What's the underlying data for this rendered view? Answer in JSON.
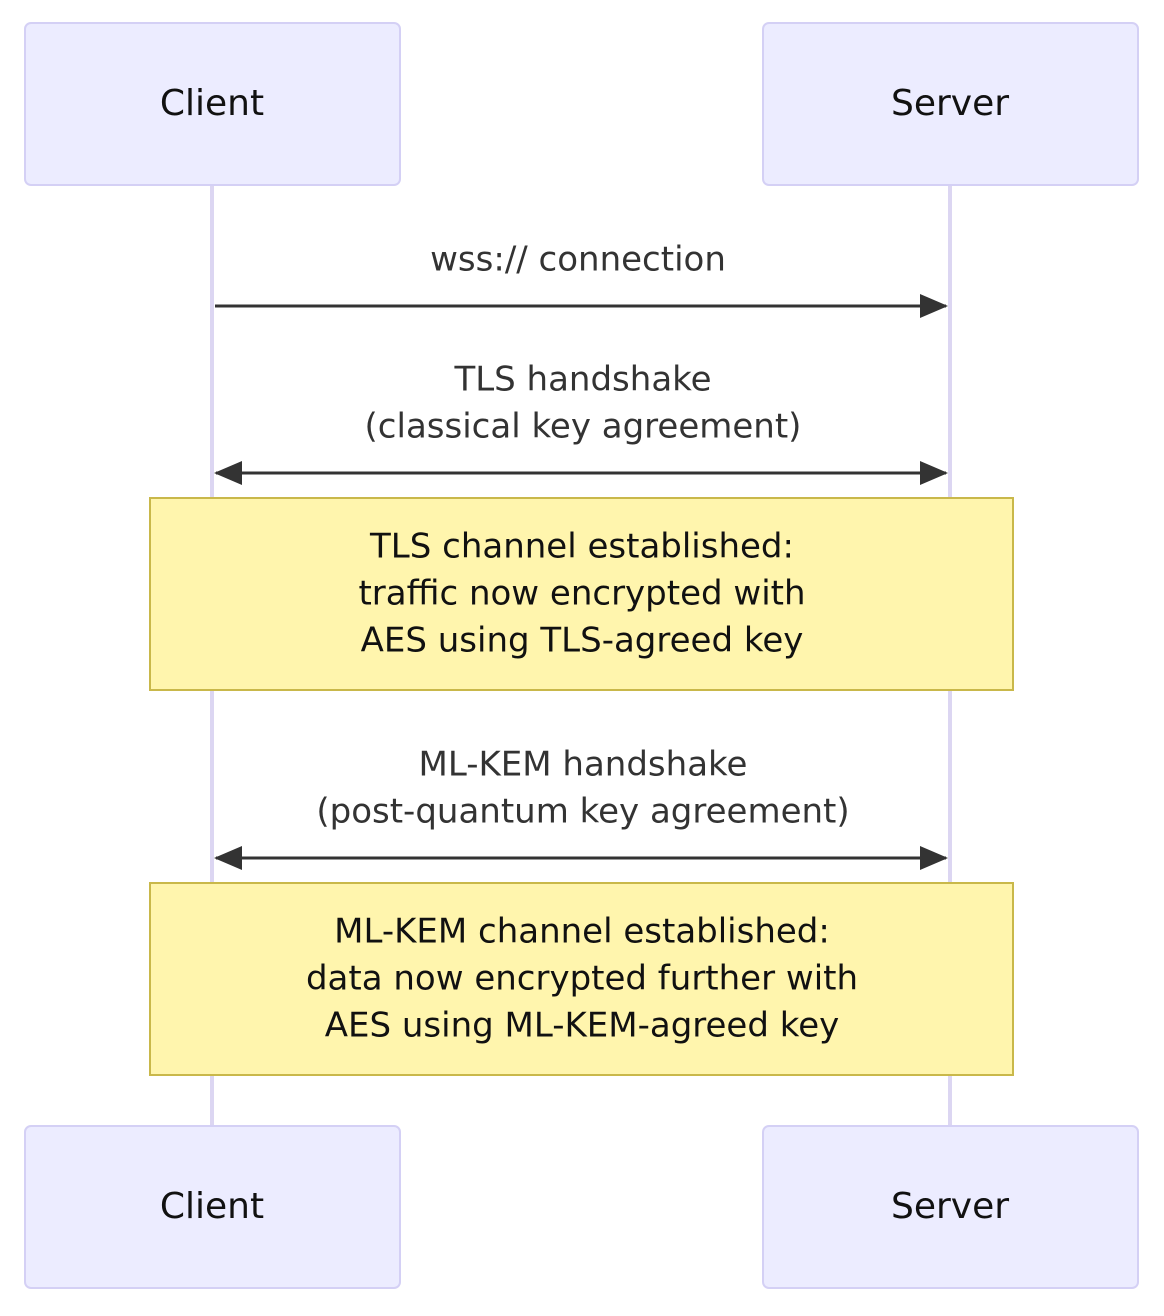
{
  "participants": {
    "client": {
      "label": "Client"
    },
    "server": {
      "label": "Server"
    }
  },
  "messages": [
    {
      "lines": [
        "wss:// connection"
      ],
      "direction": "client-to-server"
    },
    {
      "lines": [
        "TLS handshake",
        "(classical key agreement)"
      ],
      "direction": "bidirectional"
    },
    {
      "lines": [
        "ML-KEM handshake",
        "(post-quantum key agreement)"
      ],
      "direction": "bidirectional"
    }
  ],
  "notes": [
    {
      "lines": [
        "TLS channel established:",
        "traffic now encrypted with",
        "AES using TLS-agreed key"
      ]
    },
    {
      "lines": [
        "ML-KEM channel established:",
        "data now encrypted further with",
        "AES using ML-KEM-agreed key"
      ]
    }
  ],
  "colors": {
    "actor_fill": "#ECECFF",
    "note_fill": "#FFF5AD",
    "lifeline": "#DCD6F2",
    "arrow": "#333333"
  }
}
